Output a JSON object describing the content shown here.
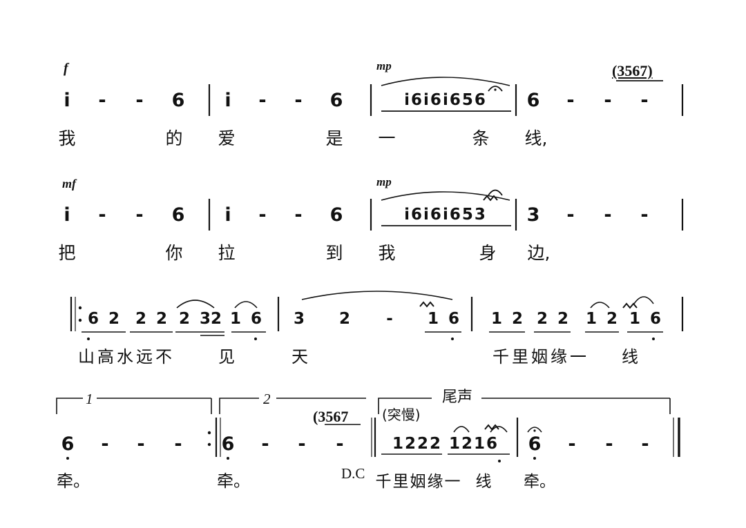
{
  "systems": [
    {
      "dynamics": [
        "f",
        "mp"
      ],
      "measures": [
        [
          "i",
          "-",
          "-",
          "6"
        ],
        [
          "i",
          "-",
          "-",
          "6"
        ],
        [
          "i6i6i656"
        ],
        [
          "6",
          "-",
          "-",
          "-"
        ]
      ],
      "annotation": "(3567)",
      "lyrics": [
        "我",
        "的",
        "爱",
        "是",
        "一",
        "条",
        "线,"
      ]
    },
    {
      "dynamics": [
        "mf",
        "mp"
      ],
      "measures": [
        [
          "i",
          "-",
          "-",
          "6"
        ],
        [
          "i",
          "-",
          "-",
          "6"
        ],
        [
          "i6i6i653"
        ],
        [
          "3",
          "-",
          "-",
          "-"
        ]
      ],
      "lyrics": [
        "把",
        "你",
        "拉",
        "到",
        "我",
        "身",
        "边,"
      ]
    },
    {
      "measures": [
        [
          "6 2",
          "2 2",
          "2 32",
          "1 6"
        ],
        [
          "3",
          "2",
          "-",
          "1 6"
        ],
        [
          "1 2",
          "2 2",
          "1 2",
          "1 6"
        ]
      ],
      "lyrics": [
        "山高水远不",
        "见",
        "天",
        "千里姻缘一",
        "线"
      ]
    },
    {
      "ending_1": "1",
      "ending_2": "2",
      "annotation": "(3567",
      "coda_label": "尾声",
      "tempo_text": "(突慢)",
      "measures": [
        [
          "6",
          "-",
          "-",
          "-"
        ],
        [
          "6",
          "-",
          "-",
          "-"
        ],
        [
          "1222 1216"
        ],
        [
          "6",
          "-",
          "-",
          "-"
        ]
      ],
      "dc": "D.C",
      "lyrics": [
        "牵。",
        "牵。",
        "千里姻缘一",
        "线",
        "牵。"
      ]
    }
  ]
}
